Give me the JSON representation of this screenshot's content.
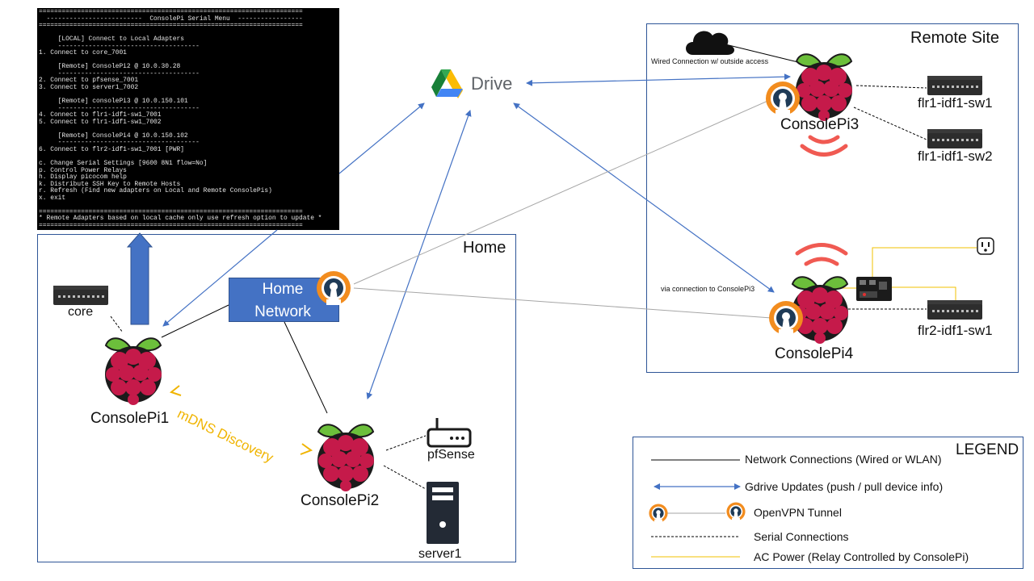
{
  "terminal": {
    "lines": [
      "=====================================================================",
      "  -------------------------  ConsolePi Serial Menu  -----------------",
      "=====================================================================",
      "",
      "     [LOCAL] Connect to Local Adapters",
      "     -------------------------------------",
      "1. Connect to core_7001",
      "",
      "     [Remote] ConsolePi2 @ 10.0.30.28",
      "     -------------------------------------",
      "2. Connect to pfsense_7001",
      "3. Connect to server1_7002",
      "",
      "     [Remote] consolePi3 @ 10.0.150.101",
      "     -------------------------------------",
      "4. Connect to flr1-idf1-sw1_7001",
      "5. Connect to flr1-idf1-sw1_7002",
      "",
      "     [Remote] ConsolePi4 @ 10.0.150.102",
      "     -------------------------------------",
      "6. Connect to flr2-idf1-sw1_7001 [PWR]",
      "",
      "c. Change Serial Settings [9600 8N1 flow=No]",
      "p. Control Power Relays",
      "h. Display picocom help",
      "k. Distribute SSH Key to Remote Hosts",
      "r. Refresh (Find new adapters on Local and Remote ConsolePis)",
      "x. exit",
      "",
      "=====================================================================",
      "* Remote Adapters based on local cache only use refresh option to update *",
      "=====================================================================",
      " >>"
    ]
  },
  "regions": {
    "home": "Home",
    "remote_site": "Remote Site",
    "legend": "LEGEND"
  },
  "drive": {
    "label": "Drive"
  },
  "home_network": {
    "line1": "Home",
    "line2": "Network"
  },
  "devices": {
    "consolepi1": "ConsolePi1",
    "consolepi2": "ConsolePi2",
    "consolepi3": "ConsolePi3",
    "consolepi4": "ConsolePi4",
    "core": "core",
    "pfsense": "pfSense",
    "server1": "server1",
    "flr1_idf1_sw1": "flr1-idf1-sw1",
    "flr1_idf1_sw2": "flr1-idf1-sw2",
    "flr2_idf1_sw1": "flr2-idf1-sw1"
  },
  "annotations": {
    "mdns": "mDNS Discovery",
    "wired": "Wired Connection w/ outside access",
    "via": "via connection to ConsolePi3"
  },
  "legend": {
    "network": "Network Connections (Wired or WLAN)",
    "gdrive": "Gdrive Updates (push / pull device info)",
    "openvpn": "OpenVPN Tunnel",
    "serial": "Serial Connections",
    "ac_power": "AC Power (Relay Controlled by ConsolePi)"
  },
  "colors": {
    "box_border": "#2e5597",
    "gdrive_arrow": "#4472c4",
    "mdns": "#f0b400",
    "ac_power": "#f2c200",
    "openvpn_orange": "#f28c1e",
    "wifi_red": "#f05a52"
  }
}
